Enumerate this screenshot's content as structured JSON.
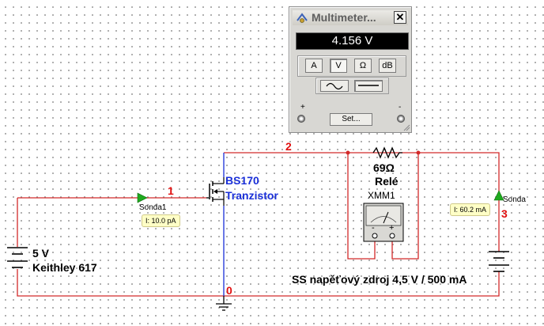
{
  "multimeter": {
    "title": "Multimeter...",
    "close_label": "✕",
    "reading": "4.156 V",
    "modes": [
      "A",
      "V",
      "Ω",
      "dB"
    ],
    "waveforms": [
      "ac-sine",
      "dc-line"
    ],
    "set_label": "Set...",
    "plus_sign": "+",
    "minus_sign": "-"
  },
  "circuit": {
    "nodes": {
      "n1": "1",
      "n2": "2",
      "n3": "3",
      "n0": "0"
    },
    "source_left": {
      "value": "5 V",
      "name": "Keithley 617"
    },
    "transistor": {
      "model": "BS170",
      "name": "Tranzistor"
    },
    "resistor": {
      "value": "69Ω",
      "name": "Relé"
    },
    "meter": {
      "name": "XMM1",
      "minus": "-",
      "plus": "+"
    },
    "source_right": {
      "name": "SS napěťový zdroj 4,5 V / 500 mA"
    },
    "probe1": {
      "name": "Sonda1",
      "reading": "I: 10.0 pA"
    },
    "probe2": {
      "name": "Sonda",
      "reading": "I: 60.2 mA"
    }
  },
  "colors": {
    "wire": "#d22a2a",
    "comp_wire": "#1a2fd8",
    "label_bg": "#ffffc6",
    "probe": "#1faa1f"
  }
}
